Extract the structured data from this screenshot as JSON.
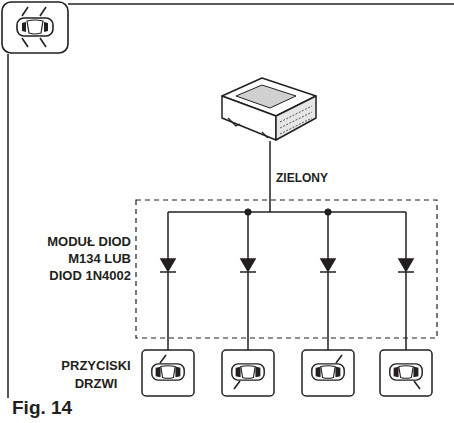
{
  "diagram": {
    "caption": "Fig. 14",
    "labels": [
      "ZIELONY",
      "MODUŁ DIOD M134 LUB DIOD 1N4002",
      "PRZYCISKI DRZWI"
    ]
  }
}
